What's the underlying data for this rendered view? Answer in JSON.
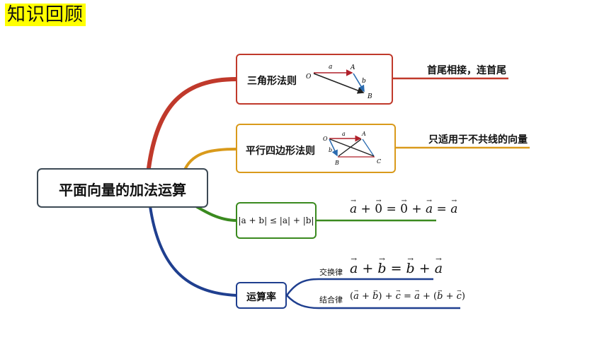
{
  "header": {
    "title": "知识回顾"
  },
  "central": {
    "label": "平面向量的加法运算"
  },
  "branches": {
    "triangle": {
      "label": "三角形法则",
      "note": "首尾相接，连首尾",
      "diagram": {
        "o": "O",
        "a_label": "a",
        "A": "A",
        "b_label": "b",
        "B": "B"
      }
    },
    "parallelogram": {
      "label": "平行四边形法则",
      "note": "只适用于不共线的向量",
      "diagram": {
        "o": "O",
        "a_label": "a",
        "A": "A",
        "b_label": "b",
        "B": "B",
        "C": "C"
      }
    },
    "inequality": {
      "label": "|a + b| ≤ |a| + |b|",
      "note": {
        "v1": "a",
        "op1": "+",
        "v2": "0",
        "eq1": "=",
        "v3": "0",
        "op2": "+",
        "v4": "a",
        "eq2": "=",
        "v5": "a"
      }
    },
    "laws": {
      "label": "运算率",
      "commutative": {
        "name": "交换律",
        "v1": "a",
        "op1": "+",
        "v2": "b",
        "eq": "=",
        "v3": "b",
        "op2": "+",
        "v4": "a"
      },
      "associative": {
        "name": "结合律",
        "formula": {
          "lp1": "(",
          "v1": "a",
          "op1": "+",
          "v2": "b",
          "rp1": ")",
          "op2": "+",
          "v3": "c",
          "eq": "=",
          "v4": "a",
          "op3": "+",
          "lp2": "(",
          "v5": "b",
          "op4": "+",
          "v6": "c",
          "rp2": ")"
        }
      }
    }
  },
  "colors": {
    "red": "#c0392b",
    "orange": "#d99a1b",
    "green": "#3a8a1f",
    "navy": "#1f3f8f",
    "central_border": "#3d4a55",
    "vector_red": "#b0202a",
    "vector_blue": "#2a6bb0"
  }
}
